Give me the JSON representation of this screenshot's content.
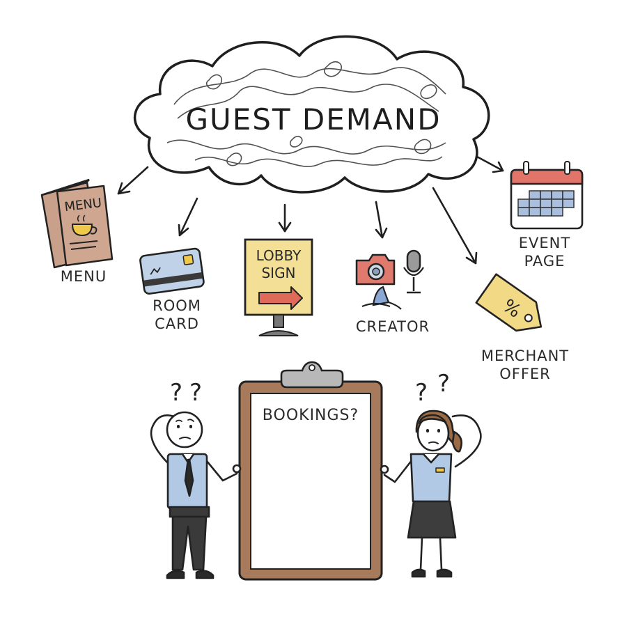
{
  "title": "GUEST DEMAND",
  "channels": {
    "menu": {
      "icon_text": "MENU",
      "label": "MENU",
      "icon": "menu-card-icon"
    },
    "room_card": {
      "label": "ROOM\nCARD",
      "icon": "room-key-card-icon"
    },
    "lobby_sign": {
      "icon_text": "LOBBY\nSIGN",
      "icon": "lobby-sign-icon"
    },
    "creator": {
      "label": "CREATOR",
      "icon": "camera-microphone-icon"
    },
    "event_page": {
      "label": "EVENT\nPAGE",
      "icon": "calendar-icon"
    },
    "merchant_offer": {
      "icon_text": "%",
      "label": "MERCHANT\nOFFER",
      "icon": "price-tag-icon"
    }
  },
  "clipboard": {
    "heading": "BOOKINGS?",
    "icon": "clipboard-icon"
  },
  "people": {
    "left": {
      "marks": "? ?",
      "icon": "confused-man-icon"
    },
    "right": {
      "marks": "? ?",
      "icon": "confused-woman-icon"
    }
  },
  "colors": {
    "ink": "#222222",
    "menu_brown": "#c9a089",
    "card_blue": "#bfd2e8",
    "sign_yellow": "#f4df97",
    "arrow_red": "#e06a5a",
    "camera_red": "#e17a6e",
    "calendar_red": "#e1756a",
    "calendar_blue": "#a9bfdd",
    "tag_yellow": "#f2d985",
    "clipboard_brown": "#a87a5c",
    "shirt_blue": "#b2c9e6"
  }
}
